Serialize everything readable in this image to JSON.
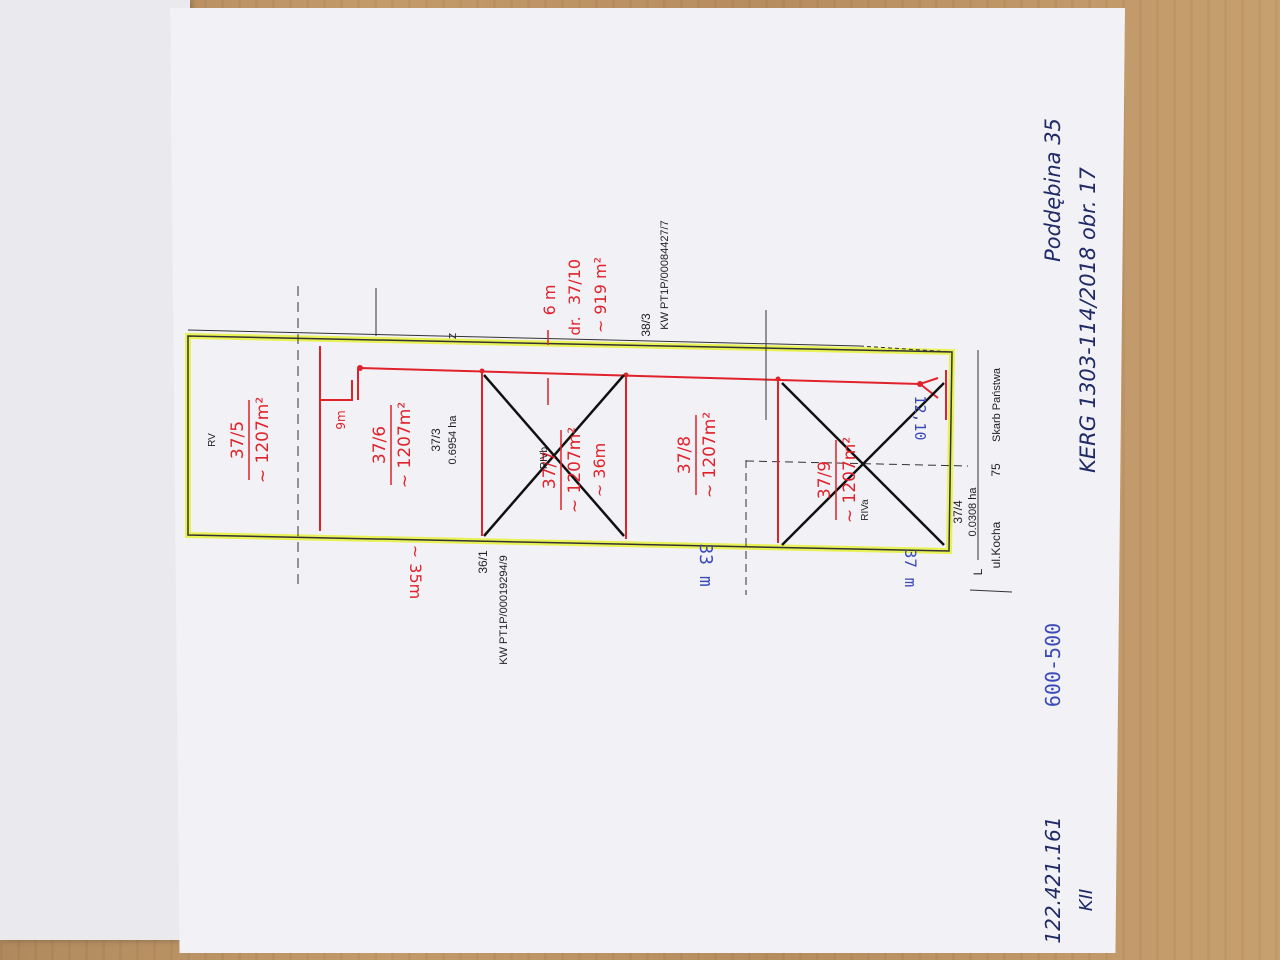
{
  "header": {
    "address": "Poddębina 35",
    "reference": "KERG 1303-114/2018 obr. 17"
  },
  "footer": {
    "left_code": "122.421.161",
    "scale": "600-500",
    "cut_text": "KII"
  },
  "parcels": [
    {
      "id": "37/5",
      "area": "~ 1207m²",
      "use": "RV"
    },
    {
      "id": "37/6",
      "area": "~ 1207m²"
    },
    {
      "id": "37/7",
      "area": "~ 1207m²",
      "use": "RIVb"
    },
    {
      "id": "37/8",
      "area": "~ 1207m²"
    },
    {
      "id": "37/9",
      "area": "~ 1207m²",
      "use": "RIVa"
    }
  ],
  "annotations": {
    "parcel_37_3_id": "37/3",
    "parcel_37_3_area": "0.6954 ha",
    "parcel_37_4_id": "37/4",
    "parcel_37_4_area": "0.0308 ha",
    "road_id": "37/10",
    "road_prefix": "dr.",
    "road_width": "6 m",
    "road_area": "~ 919 m²",
    "neighbor_38_3": "38/3",
    "kw_38_3": "KW PT1P/00084427/7",
    "neighbor_36_1": "36/1",
    "kw_36_1": "KW PT1P/00019294/9",
    "length": "~ 35m",
    "depth": "~ 36m",
    "small_dim": "9m",
    "street": "ul.Kocha",
    "street_number": "75",
    "owner": "Skarb Państwa",
    "blue_33": "33 m",
    "blue_37": "37 m",
    "blue_12": "12,10",
    "mark_z": "Z",
    "mark_l": "L"
  },
  "colors": {
    "paper": "#f2f2f6",
    "red_ink": "#e0222b",
    "highlighter": "#e6f23a",
    "blue_ink": "#3b4bb8",
    "pen_ink": "#1f2a66"
  }
}
